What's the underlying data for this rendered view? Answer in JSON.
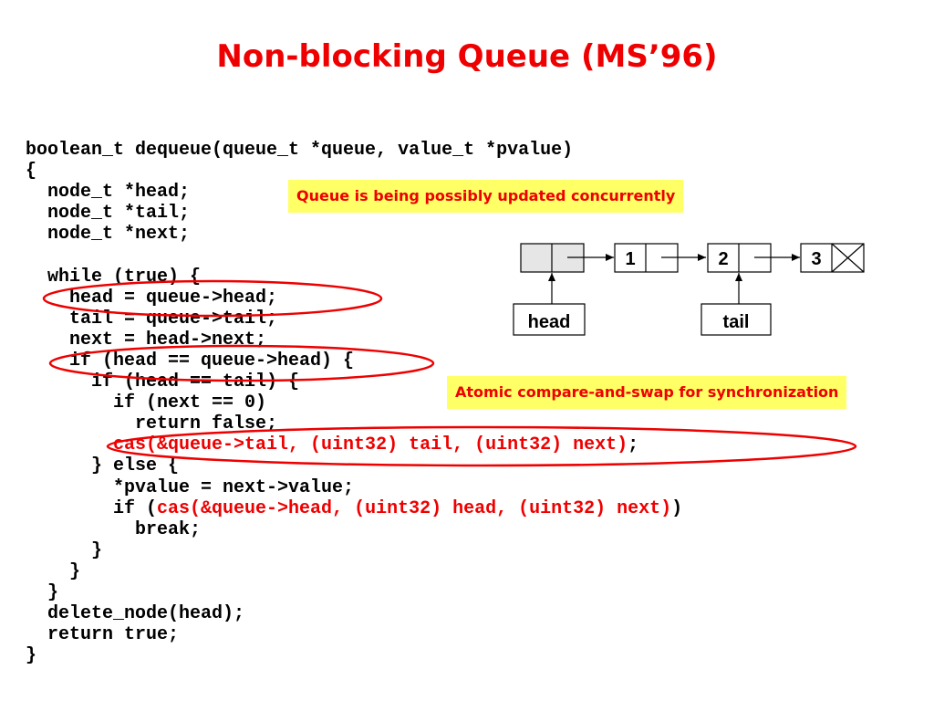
{
  "title": "Non-blocking Queue (MS’96)",
  "code": {
    "lines": [
      "boolean_t dequeue(queue_t *queue, value_t *pvalue)",
      "{",
      "  node_t *head;",
      "  node_t *tail;",
      "  node_t *next;",
      "",
      "  while (true) {",
      "    head = queue->head;",
      "    tail = queue->tail;",
      "    next = head->next;",
      "    if (head == queue->head) {",
      "      if (head == tail) {",
      "        if (next == 0)",
      "          return false;",
      "        cas(&queue->tail, (uint32) tail, (uint32) next);",
      "      } else {",
      "        *pvalue = next->value;",
      "        if (",
      "          break;",
      "      }",
      "    }",
      "  }",
      "  delete_node(head);",
      "  return true;",
      "}"
    ],
    "cas_tail": "cas(&queue->tail, (uint32) tail, (uint32) next)",
    "cas_tail_suffix": ";",
    "cas_head_prefix": "        if (",
    "cas_head": "cas(&queue->head, (uint32) head, (uint32) next)",
    "cas_head_suffix": ")"
  },
  "notes": {
    "concurrent": "Queue is being possibly updated concurrently",
    "atomic": "Atomic compare-and-swap for synchronization"
  },
  "diagram": {
    "nodes": [
      "",
      "1",
      "2",
      "3"
    ],
    "pointers": {
      "head": "head",
      "tail": "tail"
    }
  },
  "colors": {
    "accent_red": "#ee0000",
    "note_background": "#ffff66",
    "text": "#000000"
  }
}
